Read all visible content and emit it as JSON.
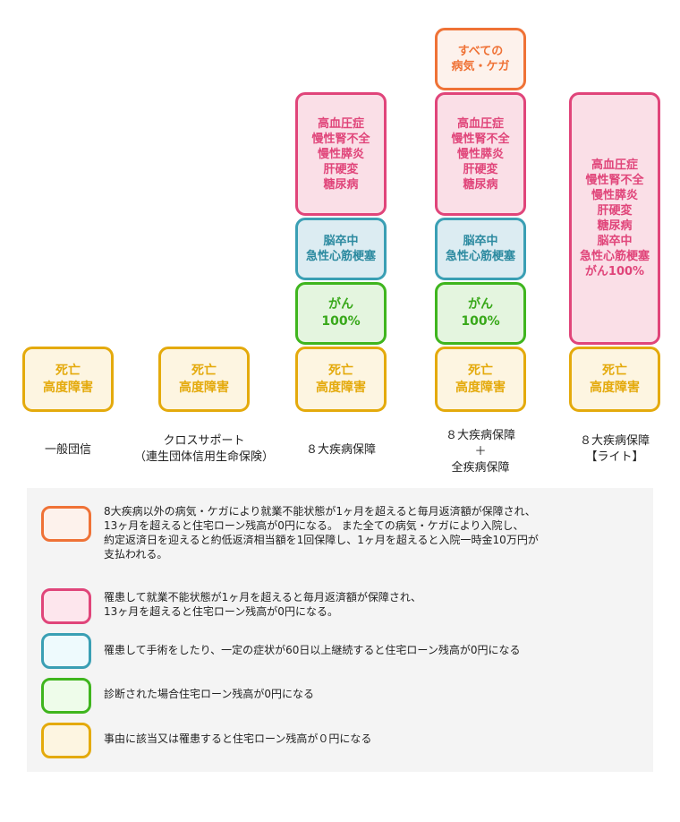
{
  "columns": [
    {
      "label": "一般団信",
      "boxes": {
        "death": "死亡\n高度障害"
      }
    },
    {
      "label": "クロスサポート\n（連生団体信用生命保険）",
      "boxes": {
        "death": "死亡\n高度障害"
      }
    },
    {
      "label": "８大疾病保障",
      "boxes": {
        "chronic": "高血圧症\n慢性腎不全\n慢性膵炎\n肝硬変\n糖尿病",
        "stroke_heart": "脳卒中\n急性心筋梗塞",
        "cancer": "がん\n100%",
        "death": "死亡\n高度障害"
      }
    },
    {
      "label": "８大疾病保障\n＋\n全疾病保障",
      "boxes": {
        "all_illness": "すべての\n病気・ケガ",
        "chronic": "高血圧症\n慢性腎不全\n慢性膵炎\n肝硬変\n糖尿病",
        "stroke_heart": "脳卒中\n急性心筋梗塞",
        "cancer": "がん\n100%",
        "death": "死亡\n高度障害"
      }
    },
    {
      "label": "８大疾病保障\n【ライト】",
      "boxes": {
        "combined": "高血圧症\n慢性腎不全\n慢性膵炎\n肝硬変\n糖尿病\n脳卒中\n急性心筋梗塞\nがん100%",
        "death": "死亡\n高度障害"
      }
    }
  ],
  "legend": [
    {
      "color": "orange",
      "border": "#ef7236",
      "text": "8大疾病以外の病気・ケガにより就業不能状態が1ヶ月を超えると毎月返済額が保障され、\n13ヶ月を超えると住宅ローン残高が0円になる。 また全ての病気・ケガにより入院し、\n約定返済日を迎えると約低返済相当額を1回保障し、1ヶ月を超えると入院一時金10万円が\n支払われる。"
    },
    {
      "color": "pink",
      "border": "#e0457a",
      "text": "罹患して就業不能状態が1ヶ月を超えると毎月返済額が保障され、\n13ヶ月を超えると住宅ローン残高が0円になる。"
    },
    {
      "color": "blue",
      "border": "#3a9fb4",
      "text": "罹患して手術をしたり、一定の症状が60日以上継続すると住宅ローン残高が0円になる"
    },
    {
      "color": "green",
      "border": "#3fb51e",
      "text": "診断された場合住宅ローン残高が0円になる"
    },
    {
      "color": "gold",
      "border": "#e4aa0c",
      "text": "事由に該当又は罹患すると住宅ローン残高が０円になる"
    }
  ]
}
